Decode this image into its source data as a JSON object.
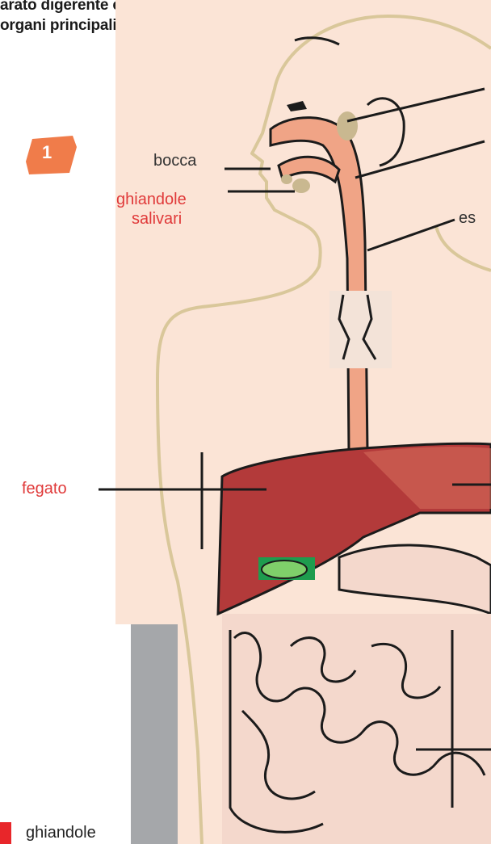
{
  "caption": {
    "line1": "arato digerente e",
    "line2": "organi principali."
  },
  "badge": {
    "number": "1",
    "color": "#f07c4a"
  },
  "labels": {
    "bocca": "bocca",
    "ghiandole_salivari_1": "ghiandole",
    "ghiandole_salivari_2": "salivari",
    "esofago_partial": "es",
    "fegato": "fegato"
  },
  "legend": {
    "label": "ghiandole",
    "swatch_color": "#e8262a"
  },
  "colors": {
    "background_panel": "#fbe4d6",
    "body_outline": "#d9c79a",
    "liver": "#b33a3a",
    "gallbladder": "#7fcf6a",
    "esophagus": "#f0a486",
    "intestine_bg": "#f4d8cc",
    "gray_bar": "#a5a7aa",
    "label_red": "#e03a3a"
  }
}
